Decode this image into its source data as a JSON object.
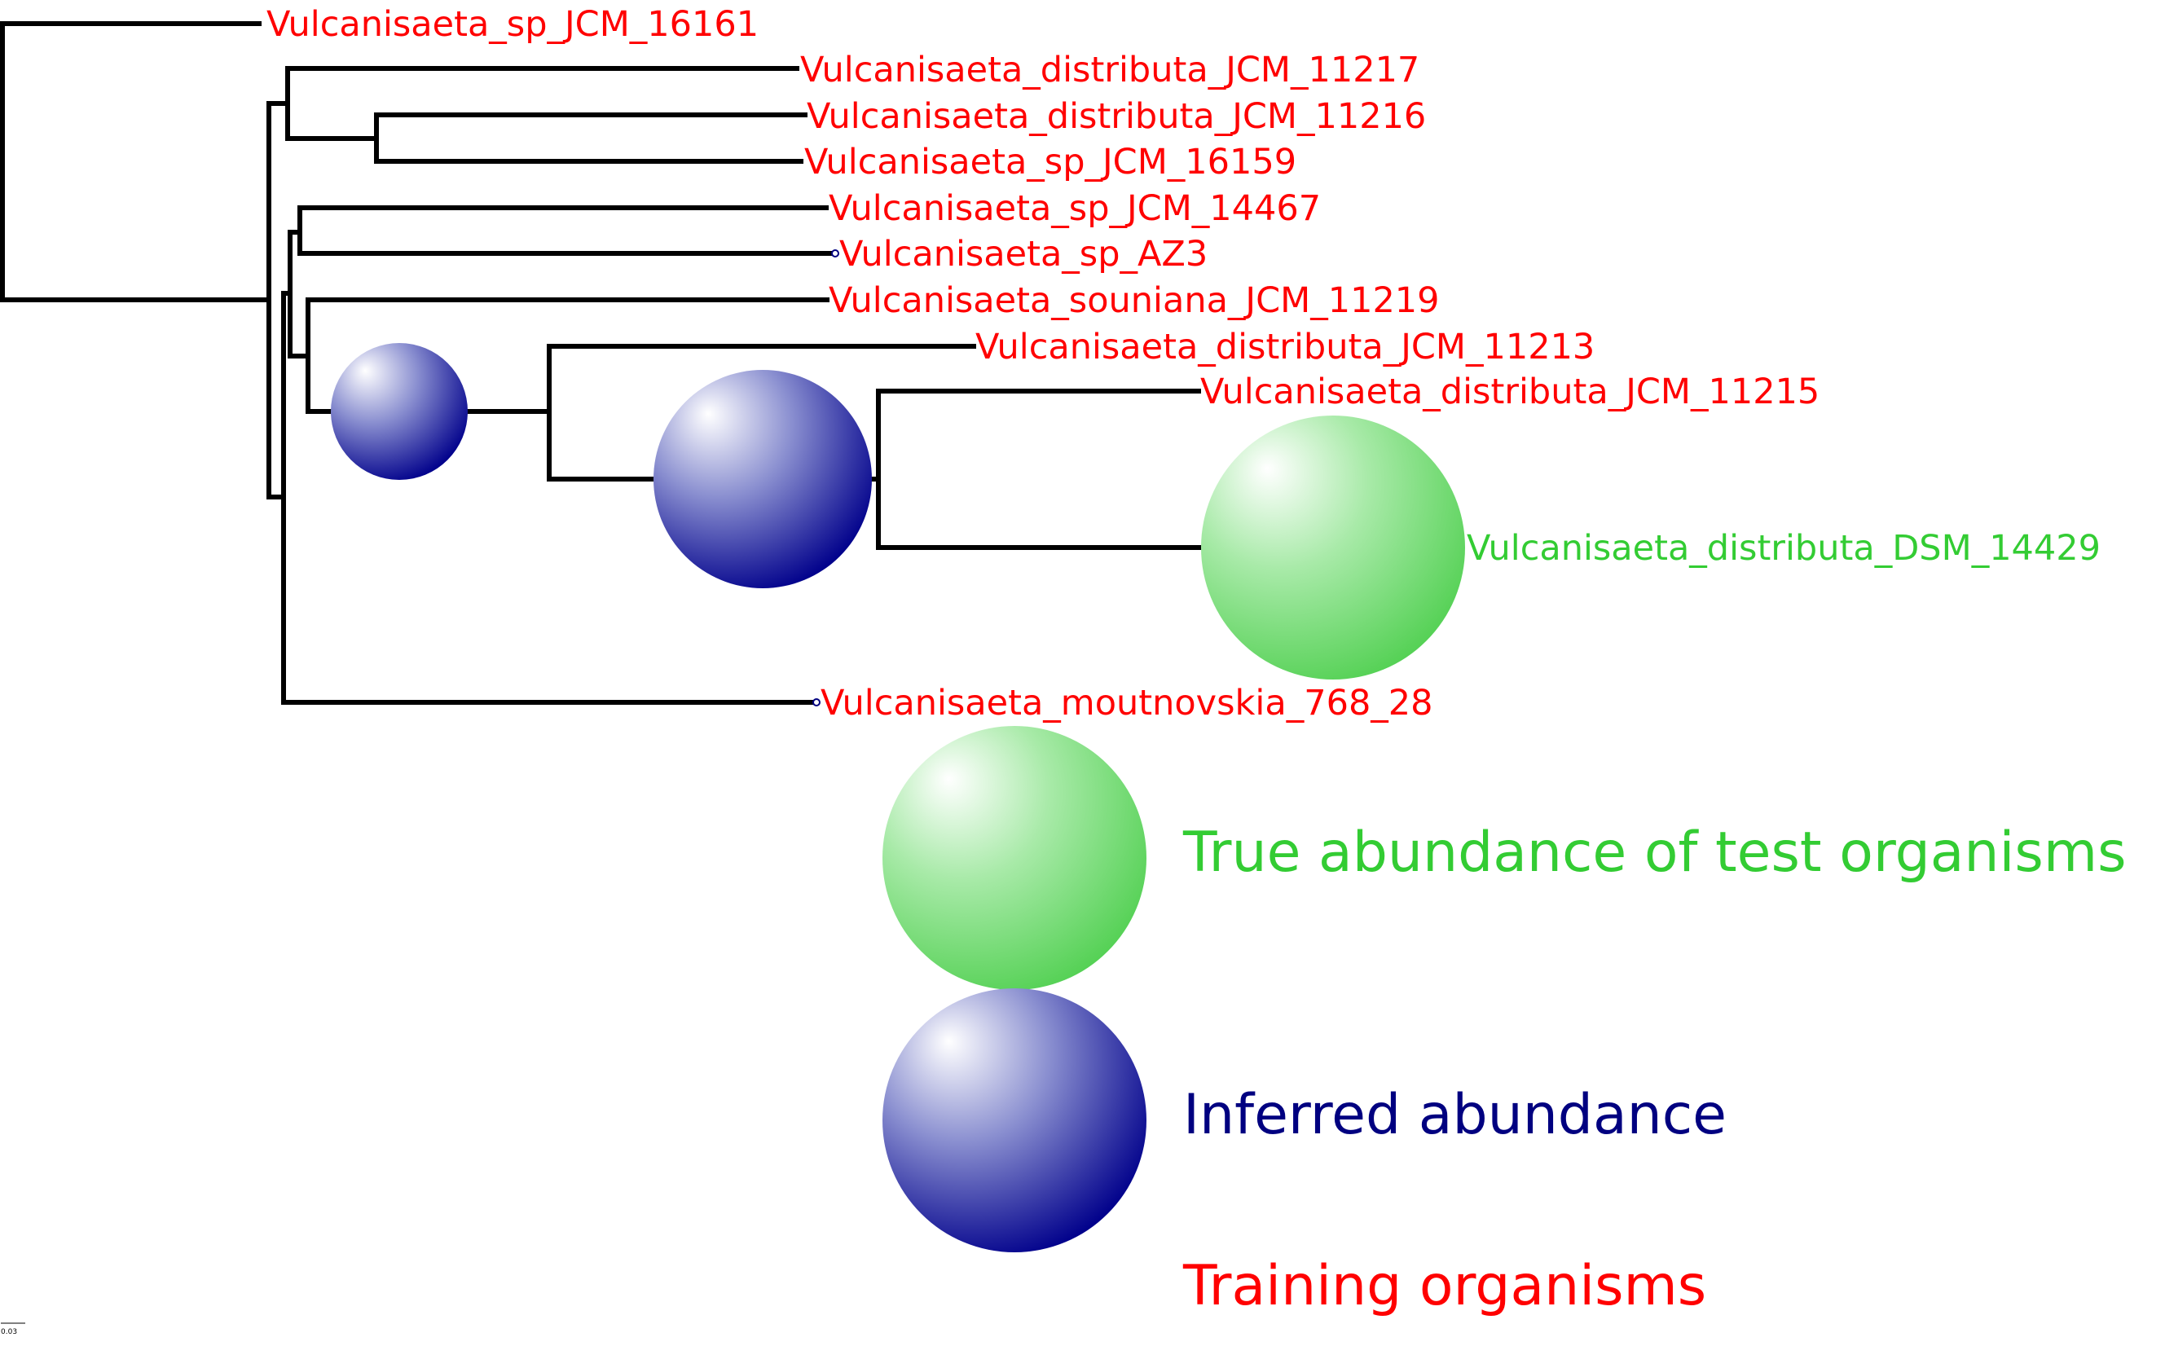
{
  "colors": {
    "training": "#ff0000",
    "test": "#33cc33",
    "inferred": "#000080",
    "branch": "#000000"
  },
  "leaves": [
    {
      "id": "l0",
      "label": "Vulcanisaeta_sp_JCM_16161",
      "kind": "training"
    },
    {
      "id": "l1",
      "label": "Vulcanisaeta_distributa_JCM_11217",
      "kind": "training"
    },
    {
      "id": "l2",
      "label": "Vulcanisaeta_distributa_JCM_11216",
      "kind": "training"
    },
    {
      "id": "l3",
      "label": "Vulcanisaeta_sp_JCM_16159",
      "kind": "training"
    },
    {
      "id": "l4",
      "label": "Vulcanisaeta_sp_JCM_14467",
      "kind": "training"
    },
    {
      "id": "l5",
      "label": "Vulcanisaeta_sp_AZ3",
      "kind": "training"
    },
    {
      "id": "l6",
      "label": "Vulcanisaeta_souniana_JCM_11219",
      "kind": "training"
    },
    {
      "id": "l7",
      "label": "Vulcanisaeta_distributa_JCM_11213",
      "kind": "training"
    },
    {
      "id": "l8",
      "label": "Vulcanisaeta_distributa_JCM_11215",
      "kind": "training"
    },
    {
      "id": "l9",
      "label": "Vulcanisaeta_distributa_DSM_14429",
      "kind": "test"
    },
    {
      "id": "l10",
      "label": "Vulcanisaeta_moutnovskia_768_28",
      "kind": "training"
    }
  ],
  "legend": {
    "test_label": "True abundance of test organisms",
    "inferred_label": "Inferred abundance",
    "training_label": "Training organisms"
  },
  "scale_bar": {
    "label": "0.03"
  }
}
